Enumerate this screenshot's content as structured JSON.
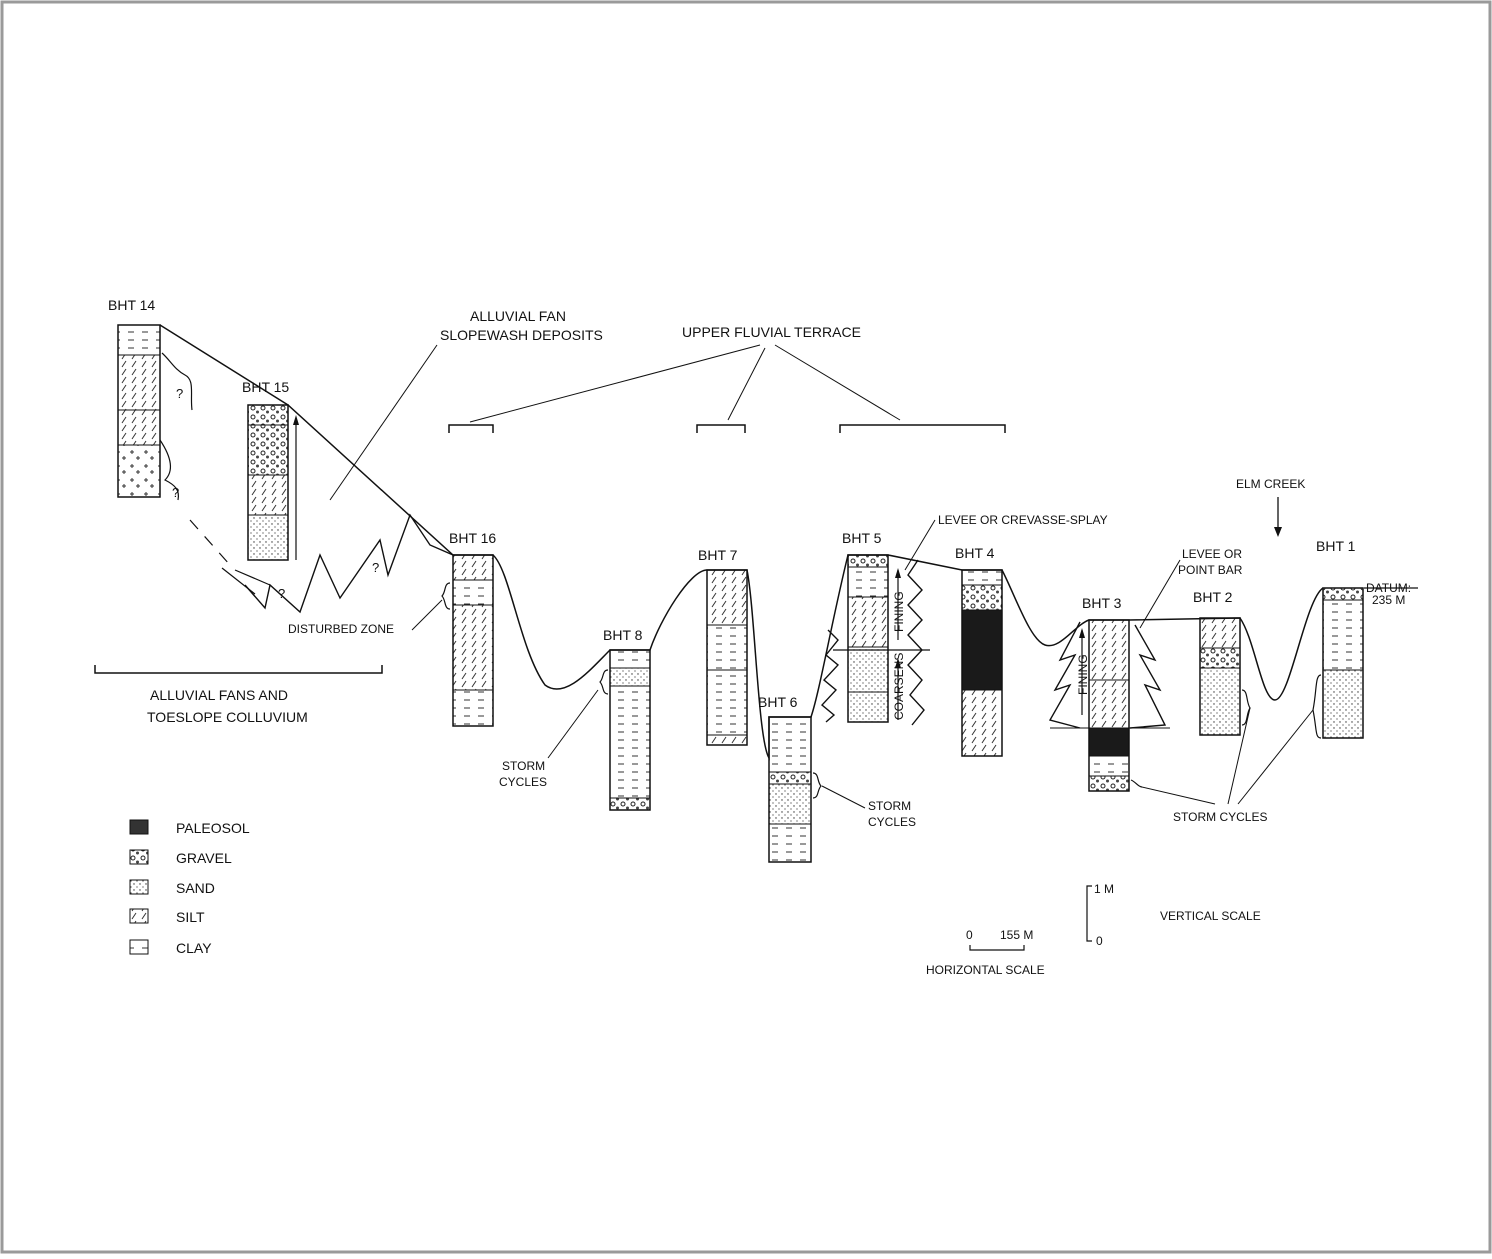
{
  "boreholes": {
    "bht14": "BHT  14",
    "bht15": "BHT  15",
    "bht16": "BHT  16",
    "bht8": "BHT  8",
    "bht7": "BHT  7",
    "bht6": "BHT  6",
    "bht5": "BHT  5",
    "bht4": "BHT  4",
    "bht3": "BHT  3",
    "bht2": "BHT  2",
    "bht1": "BHT  1"
  },
  "labels": {
    "alluvial_fan_1": "ALLUVIAL  FAN",
    "alluvial_fan_2": "SLOPEWASH DEPOSITS",
    "upper_terrace": "UPPER  FLUVIAL  TERRACE",
    "levee_splay": "LEVEE  OR  CREVASSE-SPLAY",
    "levee_point_1": "LEVEE  OR",
    "levee_point_2": "POINT  BAR",
    "elm_creek": "ELM  CREEK",
    "datum_1": "DATUM:",
    "datum_2": "235  M",
    "disturbed_zone": "DISTURBED  ZONE",
    "fans_colluvium_1": "ALLUVIAL  FANS  AND",
    "fans_colluvium_2": "TOESLOPE  COLLUVIUM",
    "storm_cycles_a_1": "STORM",
    "storm_cycles_a_2": "CYCLES",
    "storm_cycles_b_1": "STORM",
    "storm_cycles_b_2": "CYCLES",
    "storm_cycles_c": "STORM  CYCLES",
    "fining_5": "FINING",
    "coarsens_5": "COARSENS",
    "fining_3": "FINING",
    "question": "?"
  },
  "legend": {
    "paleosol": "PALEOSOL",
    "gravel": "GRAVEL",
    "sand": "SAND",
    "silt": "SILT",
    "clay": "CLAY"
  },
  "scales": {
    "h_zero": "0",
    "h_value": "155  M",
    "h_title": "HORIZONTAL  SCALE",
    "v_top": "1  M",
    "v_bottom": "0",
    "v_title": "VERTICAL  SCALE"
  }
}
